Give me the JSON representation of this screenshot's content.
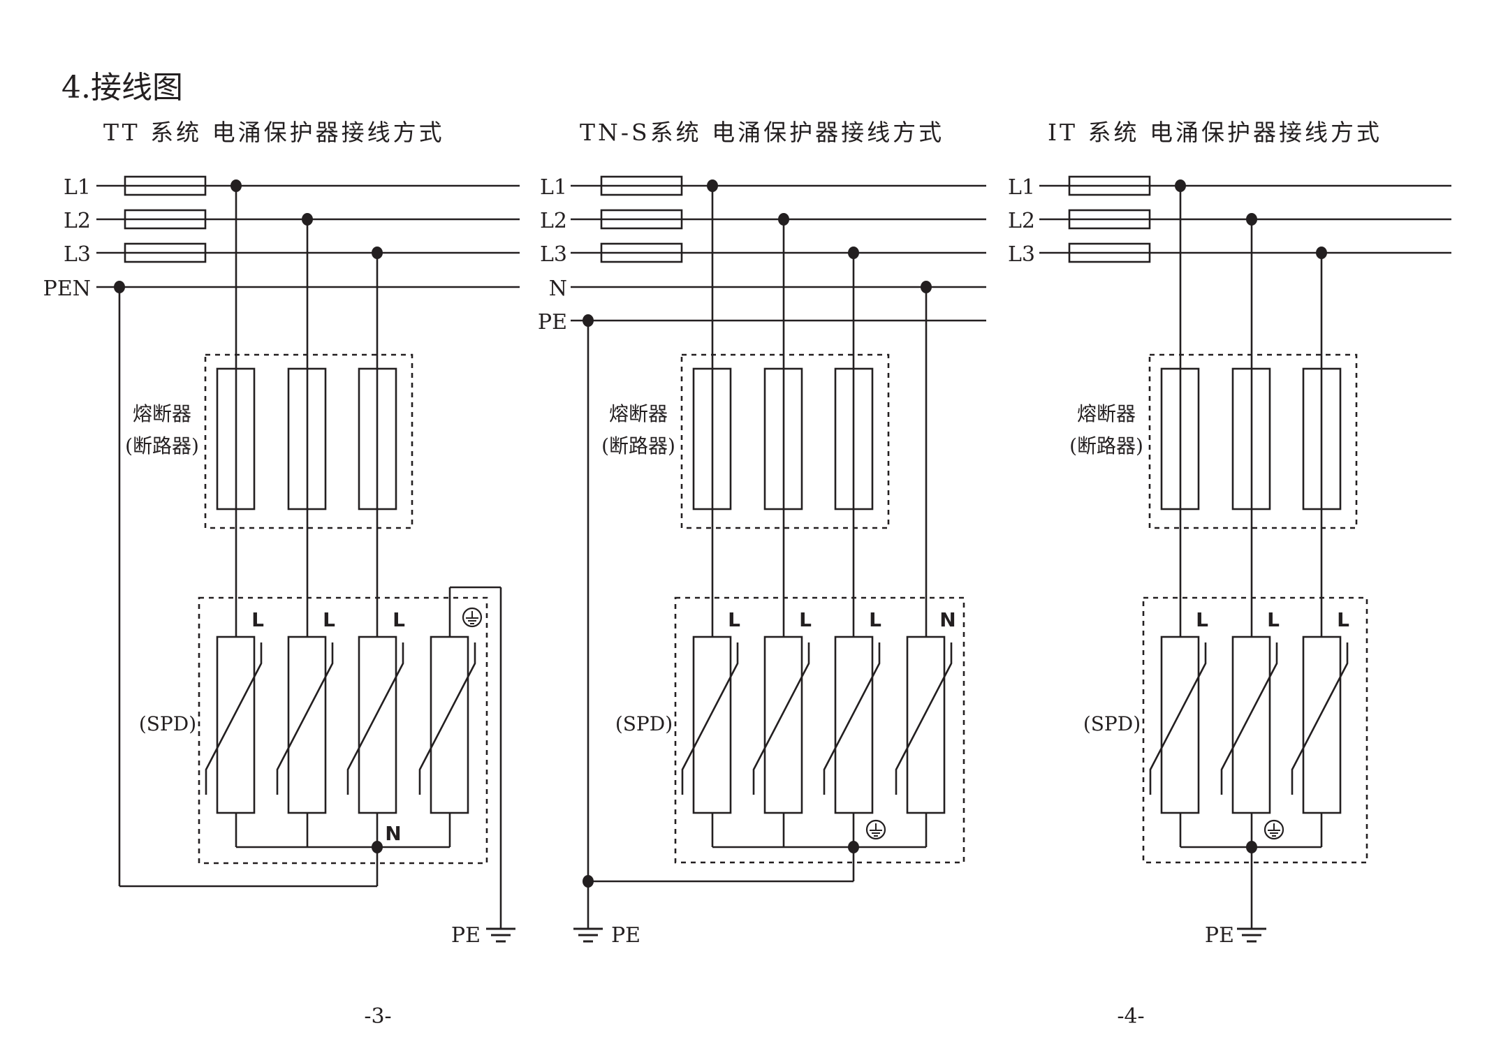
{
  "page": {
    "heading": "4.接线图",
    "page_numbers": [
      "-3-",
      "-4-"
    ]
  },
  "colors": {
    "ink": "#231f20",
    "background": "#ffffff"
  },
  "diagrams": [
    {
      "id": "tt",
      "title": "TT 系统 电涌保护器接线方式",
      "bus_labels": [
        "L1",
        "L2",
        "L3",
        "PEN"
      ],
      "breaker_label": [
        "熔断器",
        "(断路器)"
      ],
      "spd_label": "(SPD)",
      "spd_terminals": [
        "L",
        "L",
        "L",
        "earth"
      ],
      "common_terminal": "N",
      "ground_label": "PE"
    },
    {
      "id": "tns",
      "title": "TN-S系统 电涌保护器接线方式",
      "bus_labels": [
        "L1",
        "L2",
        "L3",
        "N",
        "PE"
      ],
      "breaker_label": [
        "熔断器",
        "(断路器)"
      ],
      "spd_label": "(SPD)",
      "spd_terminals": [
        "L",
        "L",
        "L",
        "N"
      ],
      "common_terminal": "earth",
      "ground_label": "PE"
    },
    {
      "id": "it",
      "title": "IT 系统 电涌保护器接线方式",
      "bus_labels": [
        "L1",
        "L2",
        "L3"
      ],
      "breaker_label": [
        "熔断器",
        "(断路器)"
      ],
      "spd_label": "(SPD)",
      "spd_terminals": [
        "L",
        "L",
        "L"
      ],
      "common_terminal": "earth",
      "ground_label": "PE"
    }
  ]
}
